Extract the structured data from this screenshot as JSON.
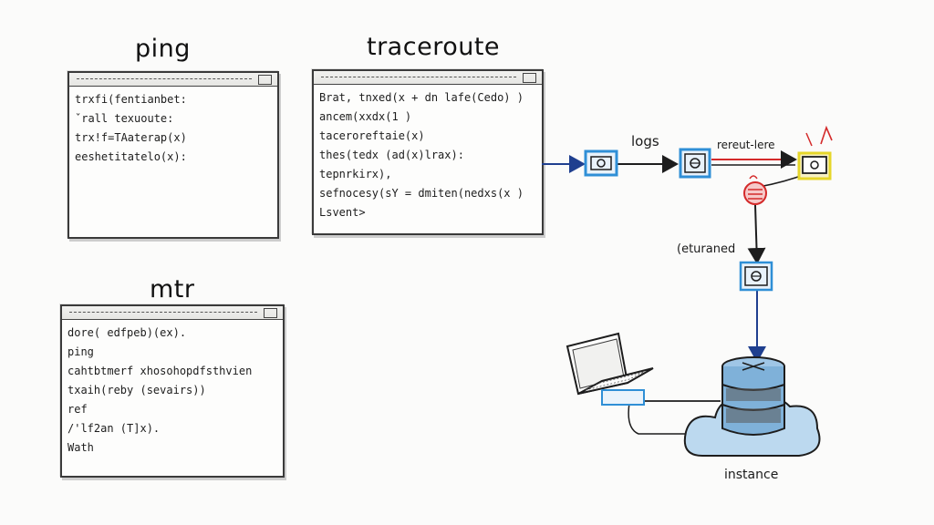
{
  "windows": {
    "ping": {
      "title": "ping",
      "lines": [
        "trxfi(fentianbet:",
        "ˇrall texuoute:",
        "trx!f=TAaterap(x)",
        "eeshetitatelo(x):"
      ]
    },
    "traceroute": {
      "title": "traceroute",
      "lines": [
        "Brat, tnxed(x + dn lafe(Cedo) )",
        "ancem(xxdx(1 )",
        "taceroreftaie(x)",
        "thes(tedx (ad(x)lrax):",
        "tepnrkirx),",
        "sefnocesy(sY = dmiten(nedxs(x )",
        "Lsvent>"
      ]
    },
    "mtr": {
      "title": "mtr",
      "lines": [
        "dore( edfpeb)(ex).",
        "ping",
        "cahtbtmerf xhosohopdfsthvien",
        "txaih(reby (sevairs))",
        "ref",
        "/'lf2an (T]x).",
        "Wath"
      ]
    }
  },
  "diagram": {
    "labels": {
      "logs": "logs",
      "router": "rereut-lere",
      "returned": "(eturaned",
      "instance": "instance"
    }
  },
  "colors": {
    "ink": "#1d1d1d",
    "blue_line": "#1f3f8f",
    "red_line": "#d42a2a",
    "node_blue": "#2f8fd6",
    "node_yellow": "#e6d62a",
    "cloud_blue": "#bcd9ef",
    "server_blue": "#7fb1d9"
  }
}
